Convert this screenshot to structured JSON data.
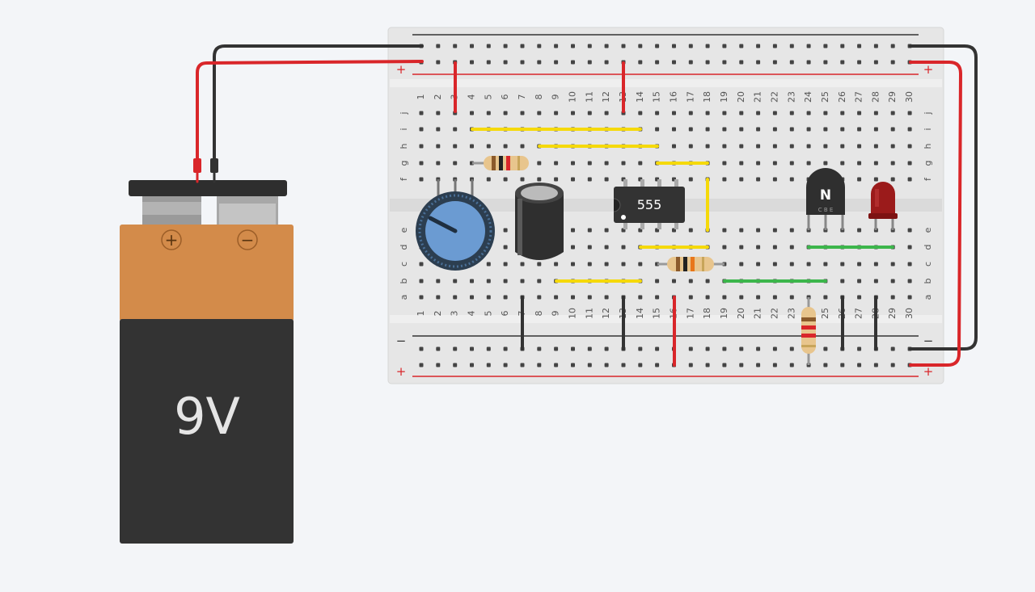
{
  "battery": {
    "label": "9V",
    "plus_symbol": "+",
    "minus_symbol": "−",
    "top_color": "#d38b4a",
    "body_color": "#333333"
  },
  "breadboard": {
    "rail_plus_symbol": "+",
    "rail_minus_symbol": "−",
    "columns": [
      "1",
      "2",
      "3",
      "4",
      "5",
      "6",
      "7",
      "8",
      "9",
      "10",
      "11",
      "12",
      "13",
      "14",
      "15",
      "16",
      "17",
      "18",
      "19",
      "20",
      "21",
      "22",
      "23",
      "24",
      "25",
      "26",
      "27",
      "28",
      "29",
      "30"
    ],
    "rows_top": [
      "j",
      "i",
      "h",
      "g",
      "f"
    ],
    "rows_bottom": [
      "e",
      "d",
      "c",
      "b",
      "a"
    ],
    "board_color": "#e6e6e6",
    "rail_red": "#d9262a",
    "rail_dark": "#333333"
  },
  "components": {
    "ic_label": "555",
    "transistor_type": "N",
    "transistor_pins": "C  B  E",
    "led_color": "#9b1b1b",
    "potentiometer_knob_color": "#6b9bd2"
  },
  "wire_colors": {
    "red": "#d9262a",
    "black": "#333333",
    "yellow": "#f5d90a",
    "green": "#3cb64b"
  }
}
